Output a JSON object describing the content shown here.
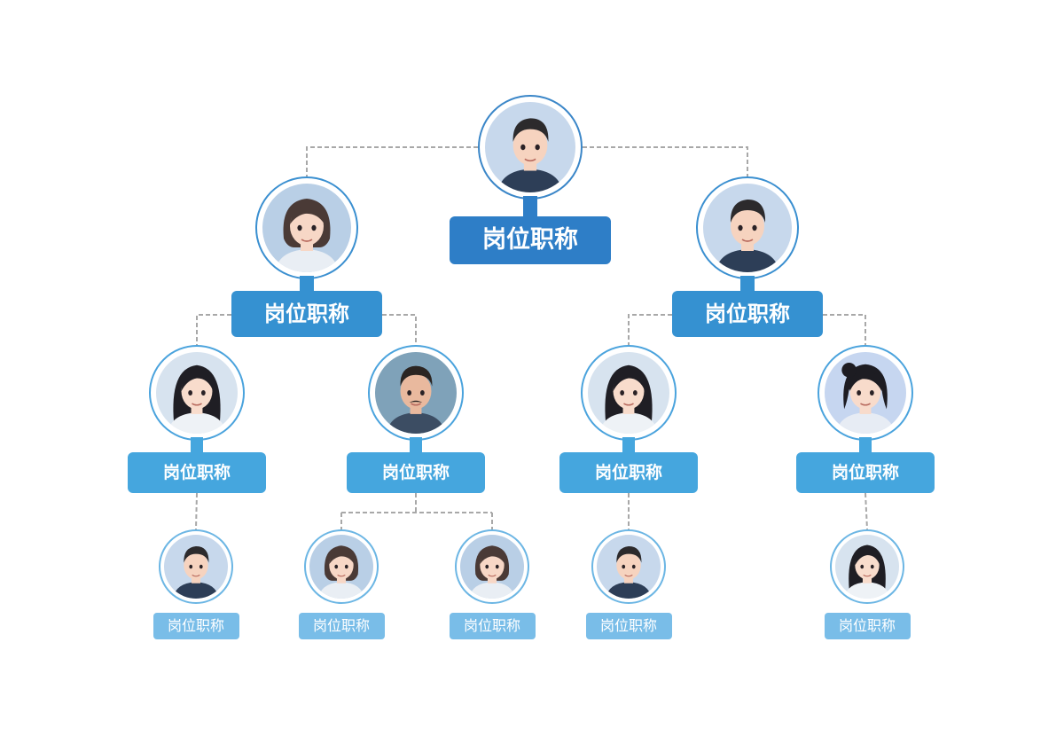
{
  "colors": {
    "connector": "#a8a8a8",
    "level_0": "#2e7ec7",
    "level_1": "#3591d1",
    "level_2": "#45a6de",
    "level_3": "#79bde8",
    "background": "#ffffff"
  },
  "org": {
    "root": {
      "title": "岗位职称",
      "avatar_icon": "young-man-avatar-icon",
      "children": [
        {
          "title": "岗位职称",
          "avatar_icon": "short-hair-woman-avatar-icon",
          "children": [
            {
              "title": "岗位职称",
              "avatar_icon": "long-hair-woman-avatar-icon",
              "children": [
                {
                  "title": "岗位职称",
                  "avatar_icon": "young-man-avatar-icon"
                }
              ]
            },
            {
              "title": "岗位职称",
              "avatar_icon": "mustache-man-avatar-icon",
              "children": [
                {
                  "title": "岗位职称",
                  "avatar_icon": "short-hair-woman-avatar-icon"
                },
                {
                  "title": "岗位职称",
                  "avatar_icon": "short-hair-woman-avatar-icon"
                }
              ]
            }
          ]
        },
        {
          "title": "岗位职称",
          "avatar_icon": "young-man-avatar-icon",
          "children": [
            {
              "title": "岗位职称",
              "avatar_icon": "long-hair-woman-avatar-icon",
              "children": [
                {
                  "title": "岗位职称",
                  "avatar_icon": "young-man-avatar-icon"
                }
              ]
            },
            {
              "title": "岗位职称",
              "avatar_icon": "ponytail-woman-avatar-icon",
              "children": [
                {
                  "title": "岗位职称",
                  "avatar_icon": "long-hair-woman-avatar-icon"
                }
              ]
            }
          ]
        }
      ]
    }
  }
}
